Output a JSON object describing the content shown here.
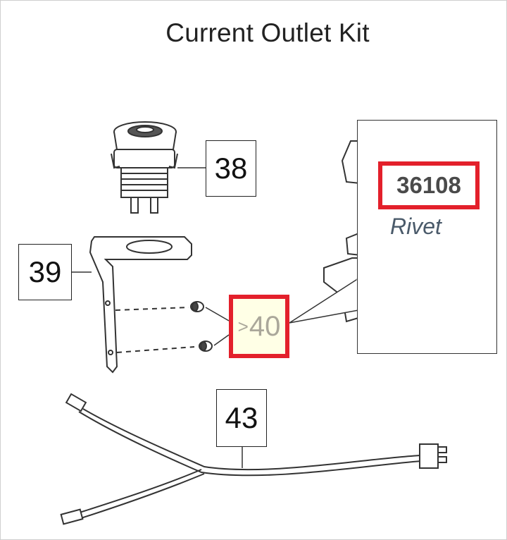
{
  "title": "Current Outlet Kit",
  "callouts": {
    "c38": "38",
    "c39": "39",
    "c40": "40",
    "c43": "43"
  },
  "tooltip": {
    "part_number": "36108",
    "description": "Rivet"
  },
  "colors": {
    "highlight": "#e3202b",
    "selected_bg": "#ffffe6",
    "part_text": "#4a4a4a",
    "desc_text": "#4a5a6a"
  }
}
